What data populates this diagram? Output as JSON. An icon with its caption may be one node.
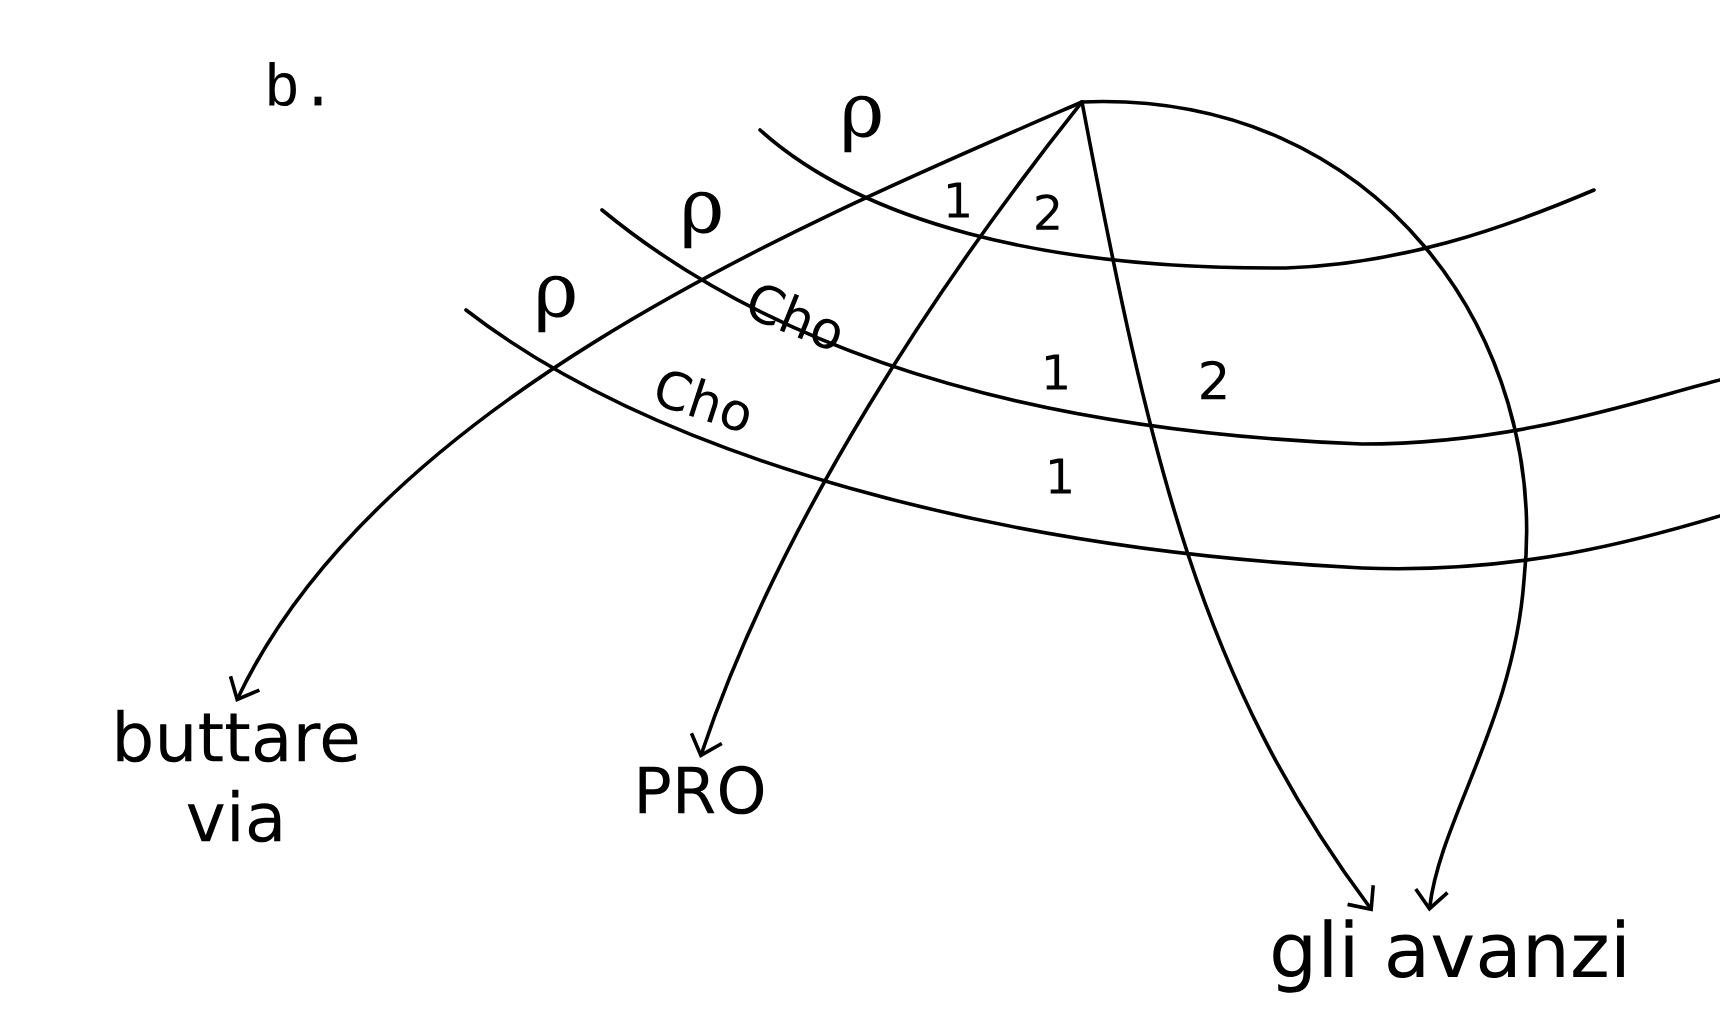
{
  "diagram": {
    "nodes": [
      {
        "text": [
          "buttare via"
        ]
      },
      {
        "text": [
          "PRO"
        ]
      },
      {
        "text": [
          "gli avanzi"
        ]
      }
    ],
    "edges": [
      {
        "from": null,
        "to": 0,
        "arrow": "to"
      },
      {
        "from": null,
        "to": 1,
        "arrow": "to"
      },
      {
        "from": null,
        "to": 2,
        "arrow": "to"
      },
      {
        "from": null,
        "to": 2,
        "arrow": "to"
      }
    ],
    "labels": [
      "b.",
      "ρ",
      "ρ",
      "ρ",
      "1",
      "2",
      "Cho",
      "Cho",
      "1",
      "2",
      "1"
    ]
  }
}
